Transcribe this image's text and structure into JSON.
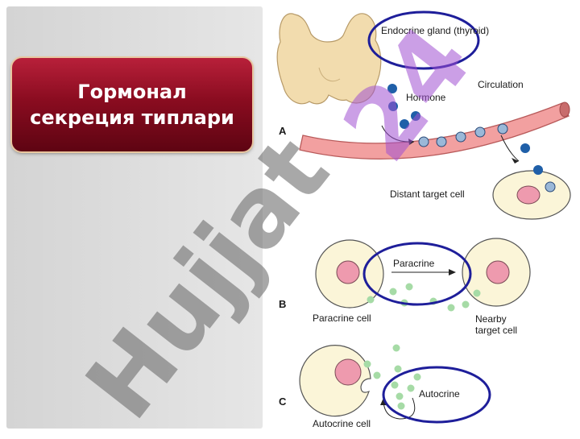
{
  "slide": {
    "title": "Гормонал\nсекреция типлари"
  },
  "watermark": {
    "text": "Hujjat",
    "number": "24"
  },
  "diagram": {
    "panels": [
      {
        "letter": "A",
        "labels": {
          "gland": "Endocrine gland (thyroid)",
          "hormone": "Hormone",
          "circulation": "Circulation",
          "target": "Distant target cell"
        }
      },
      {
        "letter": "B",
        "labels": {
          "signal": "Paracrine",
          "source_cell": "Paracrine cell",
          "target_cell": "Nearby\ntarget cell"
        }
      },
      {
        "letter": "C",
        "labels": {
          "signal": "Autocrine",
          "source_cell": "Autocrine cell"
        }
      }
    ]
  },
  "colors": {
    "title_box": "#8a0c20",
    "highlight_ellipse": "#1e1e9a",
    "vessel": "#f2a0a0",
    "nucleus": "#ee9aae",
    "hormone_dot": "#1f5fa8",
    "paracrine_dot": "#a6dba6",
    "cell_fill": "#fbf5d8",
    "gland": "#f2dcae"
  }
}
